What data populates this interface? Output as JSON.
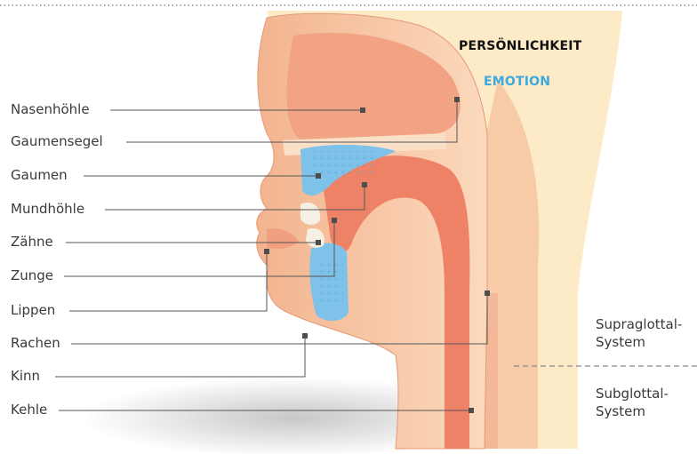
{
  "labels": {
    "nasenhoehle": "Nasenhöhle",
    "gaumensegel": "Gaumensegel",
    "gaumen": "Gaumen",
    "mundhoehle": "Mundhöhle",
    "zaehne": "Zähne",
    "zunge": "Zunge",
    "lippen": "Lippen",
    "rachen": "Rachen",
    "kinn": "Kinn",
    "kehle": "Kehle"
  },
  "headings": {
    "persoenlichkeit": "PERSÖNLICHKEIT",
    "emotion": "EMOTION"
  },
  "systems": {
    "supraglottal_line1": "Supraglottal-",
    "supraglottal_line2": "System",
    "subglottal_line1": "Subglottal-",
    "subglottal_line2": "System"
  },
  "colors": {
    "skin": "#f7c7a3",
    "skin_light": "#fbe0c8",
    "background_glow": "#fdeac7",
    "cavity": "#f08c72",
    "palate": "#7ec1e9",
    "emotion": "#3aa9e0",
    "persoenlichkeit": "#111111",
    "leader": "#555555"
  }
}
